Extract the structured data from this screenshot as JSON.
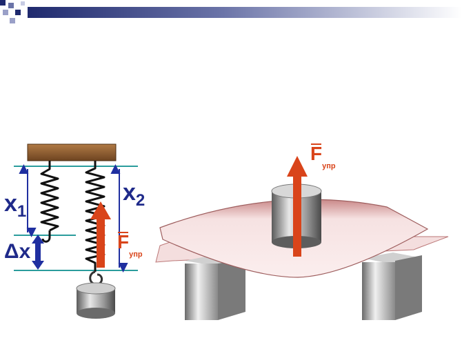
{
  "spring_figure": {
    "x1": {
      "letter": "x",
      "sub": "1"
    },
    "x2": {
      "letter": "x",
      "sub": "2"
    },
    "delta_x": "Δx",
    "force": {
      "letter": "F",
      "sub": "упр"
    }
  },
  "beam_figure": {
    "force": {
      "letter": "F",
      "sub": "упр"
    }
  },
  "colors": {
    "header_navy": "#1f2a6e",
    "guide_line": "#2a9c9c",
    "dim_blue": "#1f2fa0",
    "force_arrow": "#d9441a",
    "board_wood": "#8b5a2b",
    "sheet_pink": "#f2d3d3",
    "weight_gray": "#8a8a8a"
  }
}
